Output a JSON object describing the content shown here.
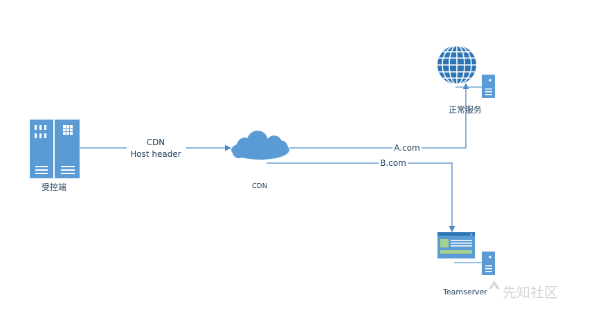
{
  "nodes": {
    "controlled": {
      "label": "受控端"
    },
    "cdn": {
      "label": "CDN"
    },
    "normal_service": {
      "label": "正常服务"
    },
    "teamserver": {
      "label": "Teamserver"
    }
  },
  "edges": {
    "controlled_to_cdn": {
      "label_line1": "CDN",
      "label_line2": "Host header"
    },
    "cdn_to_normal": {
      "label": "A.com"
    },
    "cdn_to_teamserver": {
      "label": "B.com"
    }
  },
  "watermark": {
    "text": "先知社区"
  },
  "colors": {
    "primary": "#5b9bd5",
    "dark": "#2e75b6",
    "line": "#4a86c5",
    "text": "#1f3d5c",
    "green": "#a9d18e"
  }
}
